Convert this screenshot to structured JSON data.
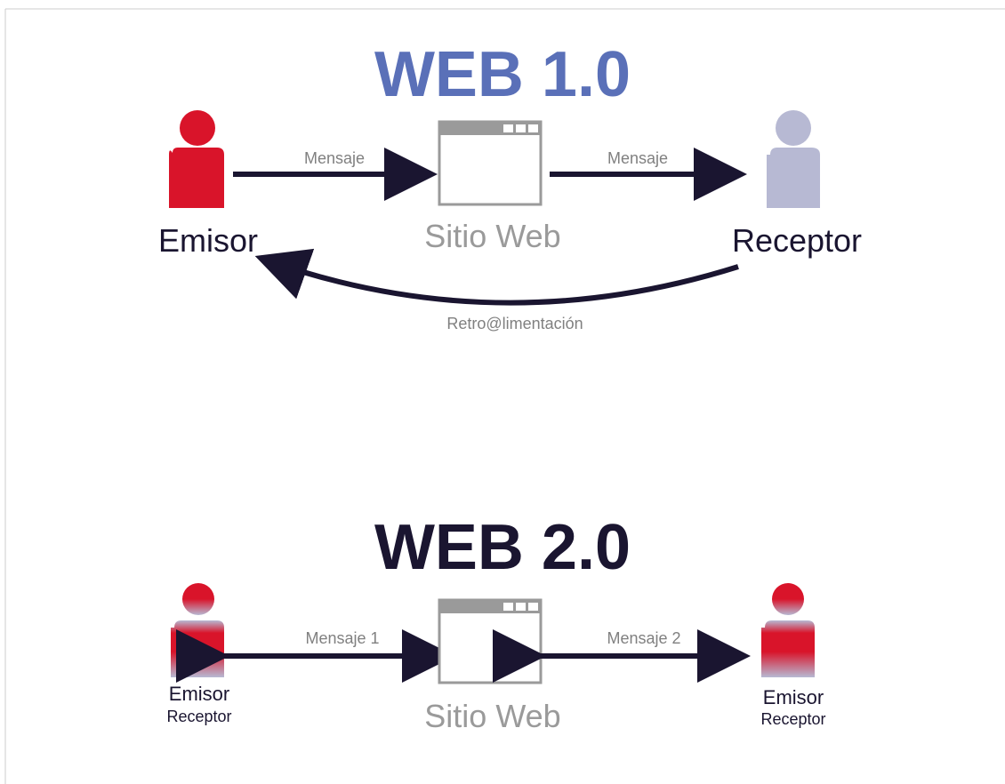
{
  "web1": {
    "title": "WEB 1.0",
    "title_color": "#5a70b8",
    "sender_label": "Emisor",
    "receiver_label": "Receptor",
    "site_label": "Sitio Web",
    "message_left": "Mensaje",
    "message_right": "Mensaje",
    "feedback_label": "Retro@limentación"
  },
  "web2": {
    "title": "WEB 2.0",
    "title_color": "#1a1530",
    "site_label": "Sitio Web",
    "message_left": "Mensaje 1",
    "message_right": "Mensaje 2",
    "left_user_line1": "Emisor",
    "left_user_line2": "Receptor",
    "right_user_line1": "Emisor",
    "right_user_line2": "Receptor"
  },
  "colors": {
    "sender_red": "#d9142a",
    "receiver_lavender": "#b7b9d3",
    "arrow": "#1a1530",
    "site_gray": "#9a9a9a"
  },
  "icons": {
    "person": "person-icon",
    "browser": "browser-window-icon"
  }
}
